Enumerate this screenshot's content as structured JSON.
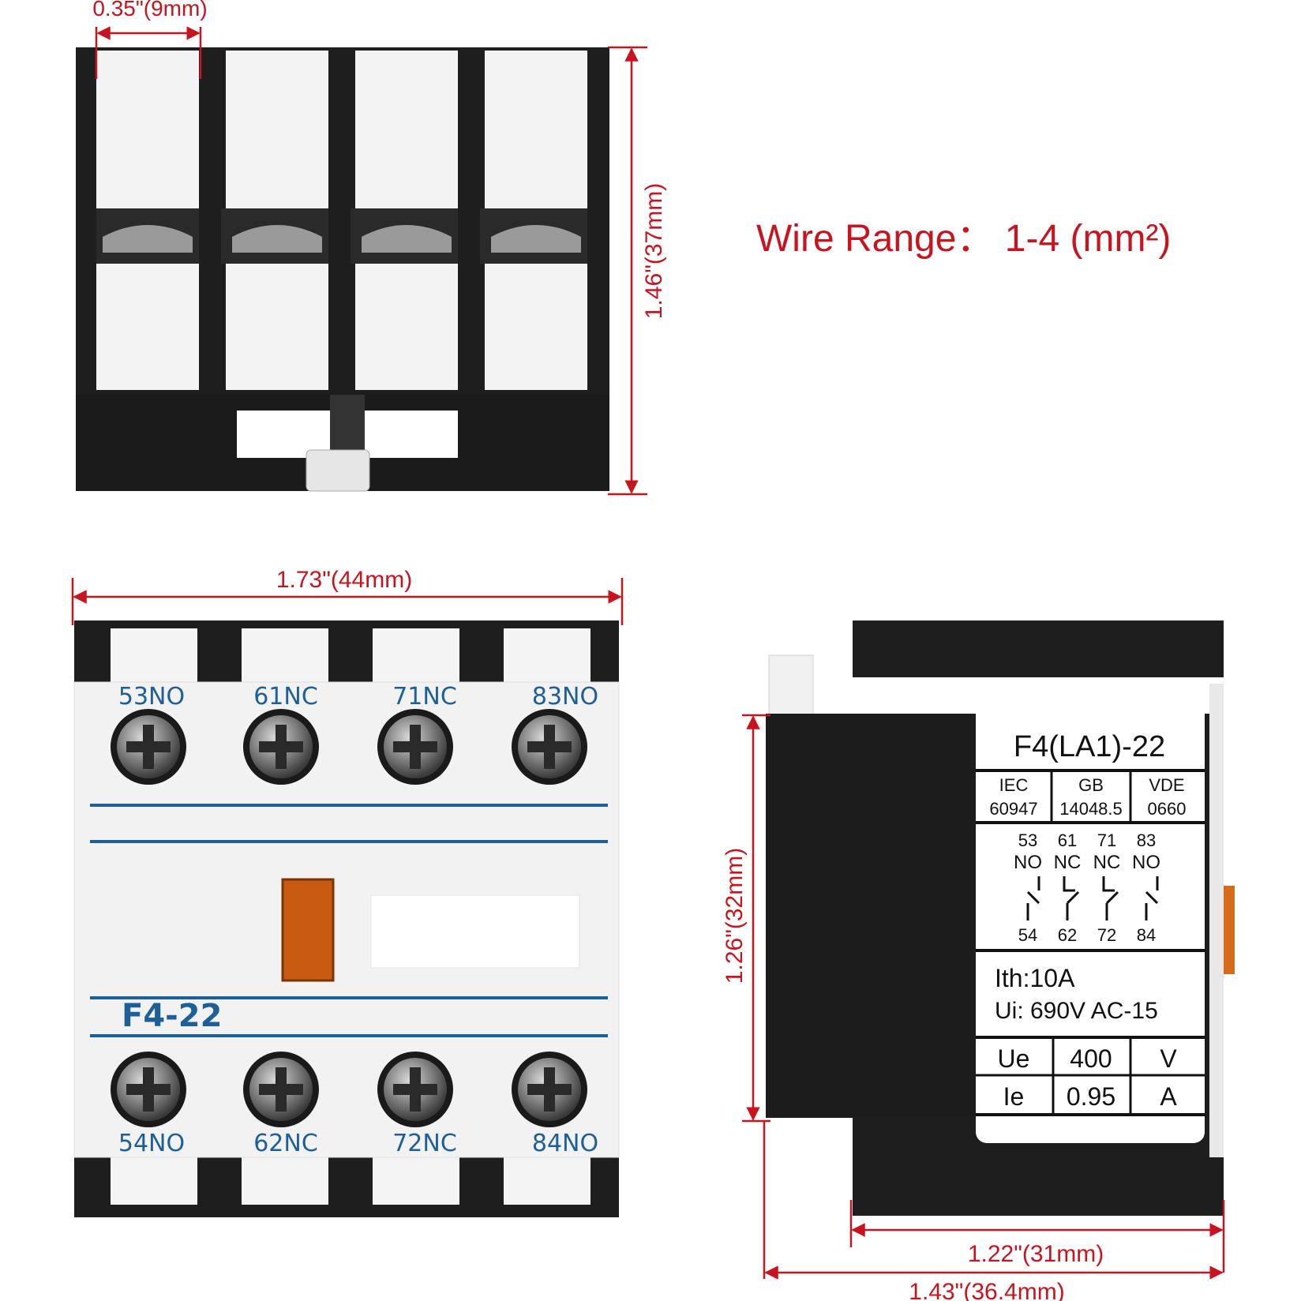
{
  "wire_range": "Wire Range： 1-4 (mm²)",
  "dimensions": {
    "pitch": "0.35\"(9mm)",
    "top_height": "1.46\"(37mm)",
    "front_width": "1.73\"(44mm)",
    "side_height": "1.26\"(32mm)",
    "side_depth": "1.22\"(31mm)",
    "side_total": "1.43\"(36.4mm)"
  },
  "front": {
    "model": "F4-22",
    "top_terminals": [
      "53NO",
      "61NC",
      "71NC",
      "83NO"
    ],
    "bottom_terminals": [
      "54NO",
      "62NC",
      "72NC",
      "84NO"
    ]
  },
  "label": {
    "model": "F4(LA1)-22",
    "standards": [
      {
        "name": "IEC",
        "code": "60947"
      },
      {
        "name": "GB",
        "code": "14048.5"
      },
      {
        "name": "VDE",
        "code": "0660"
      }
    ],
    "contacts_top_nums": [
      "53",
      "61",
      "71",
      "83"
    ],
    "contacts_top_types": [
      "NO",
      "NC",
      "NC",
      "NO"
    ],
    "contacts_bottom_nums": [
      "54",
      "62",
      "72",
      "84"
    ],
    "ith": "Ith:10A",
    "ui": "Ui:  690V  AC-15",
    "ratings": [
      {
        "sym": "Ue",
        "val": "400",
        "unit": "V"
      },
      {
        "sym": "Ie",
        "val": "0.95",
        "unit": "A"
      }
    ]
  },
  "colors": {
    "dimension": "#c8141e",
    "blue_text": "#1f5f97",
    "housing_black": "#222222",
    "housing_white": "#f2f2f2",
    "indicator_orange": "#c85a12"
  }
}
